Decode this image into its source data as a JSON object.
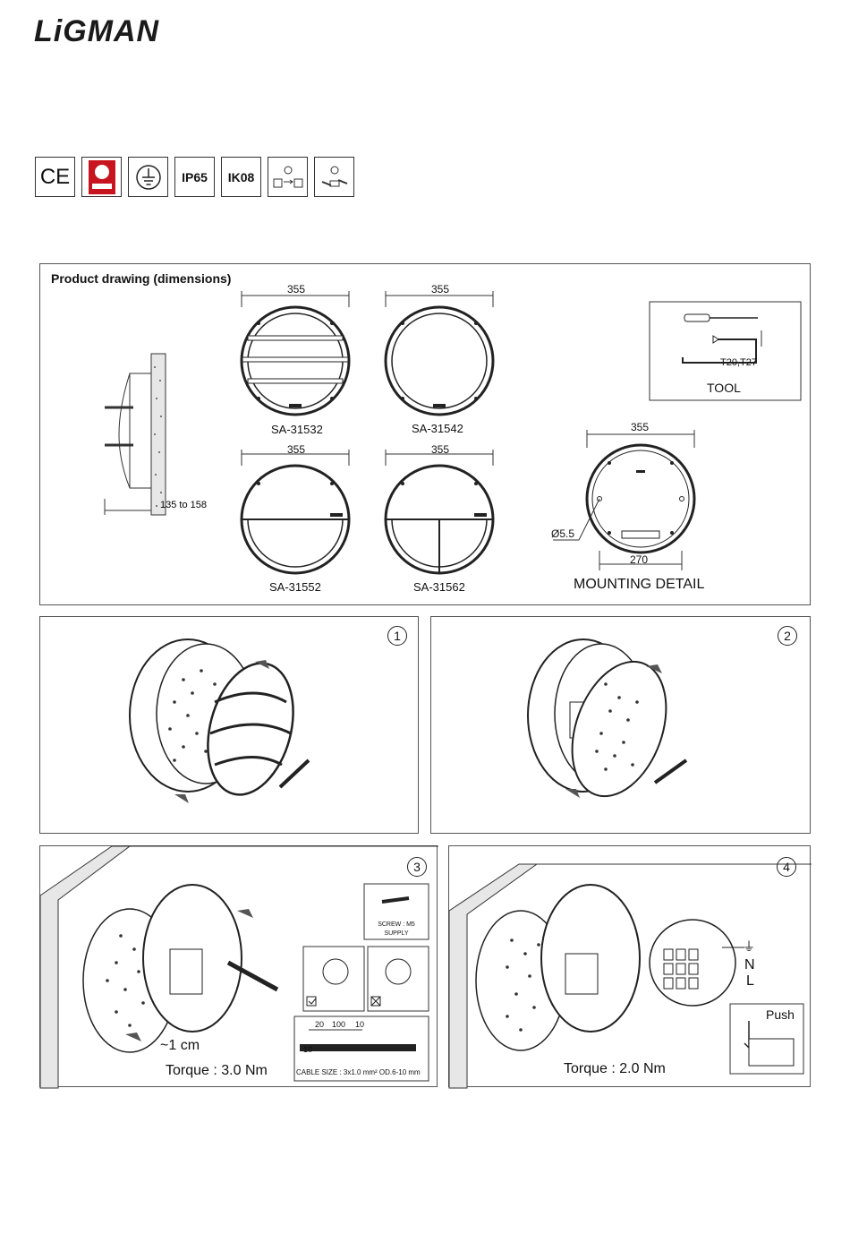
{
  "brand": {
    "logo_text": "LiGMAN"
  },
  "certifications": [
    {
      "label": "CE",
      "icon": "ce-mark-icon"
    },
    {
      "label": "",
      "icon": "quality-seal-icon"
    },
    {
      "label": "",
      "icon": "ground-icon"
    },
    {
      "label": "IP65",
      "icon": ""
    },
    {
      "label": "IK08",
      "icon": ""
    },
    {
      "label": "",
      "icon": "swap-icon"
    },
    {
      "label": "",
      "icon": "connection-icon"
    }
  ],
  "product_drawing": {
    "title": "Product drawing (dimensions)",
    "side_dim": "135 to 158",
    "models": [
      {
        "name": "SA-31532",
        "width": "355"
      },
      {
        "name": "SA-31542",
        "width": "355"
      },
      {
        "name": "SA-31552",
        "width": "355"
      },
      {
        "name": "SA-31562",
        "width": "355"
      }
    ],
    "tool": {
      "label": "TOOL",
      "bits": "T20,T27"
    },
    "mounting": {
      "label": "MOUNTING DETAIL",
      "width": "355",
      "hole_spacing": "270",
      "hole_dia": "Ø5.5"
    }
  },
  "steps": [
    {
      "number": "1"
    },
    {
      "number": "2"
    },
    {
      "number": "3",
      "screw_label": "SCREW : M5",
      "screw_supply": "SUPPLY",
      "strip_a": "20",
      "strip_b": "100",
      "strip_c": "10",
      "strip_d": "10",
      "cable_size": "CABLE SIZE : 3x1.0 mm² OD.6-10 mm",
      "approx": "~1 cm",
      "torque": "Torque : 3.0 Nm"
    },
    {
      "number": "4",
      "ground": "⏚",
      "neutral": "N",
      "live": "L",
      "push": "Push",
      "torque": "Torque : 2.0 Nm"
    }
  ]
}
